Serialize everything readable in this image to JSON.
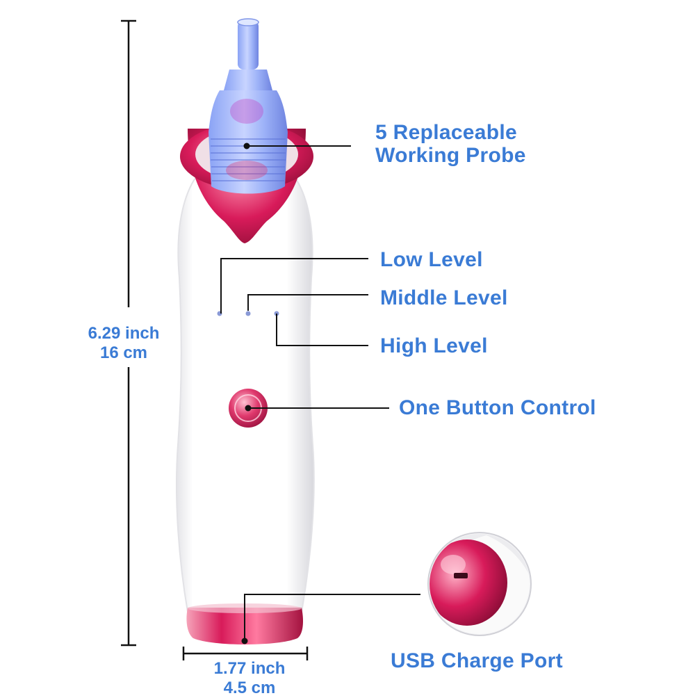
{
  "colors": {
    "label_blue": "#3a7bd5",
    "device_white": "#ffffff",
    "accent_pink": "#d81b5a",
    "probe_blue": "#6f8ff0",
    "line_black": "#111111"
  },
  "icons": [
    "blackhead-remover-device",
    "suction-probe",
    "usb-port-closeup"
  ],
  "labels": {
    "probe": [
      "5 Replaceable",
      "Working Probe"
    ],
    "low_level": "Low Level",
    "middle_level": "Middle Level",
    "high_level": "High Level",
    "button": "One Button Control",
    "usb": "USB Charge Port"
  },
  "dimensions": {
    "height": [
      "6.29 inch",
      "16 cm"
    ],
    "width": [
      "1.77 inch",
      "4.5 cm"
    ]
  }
}
